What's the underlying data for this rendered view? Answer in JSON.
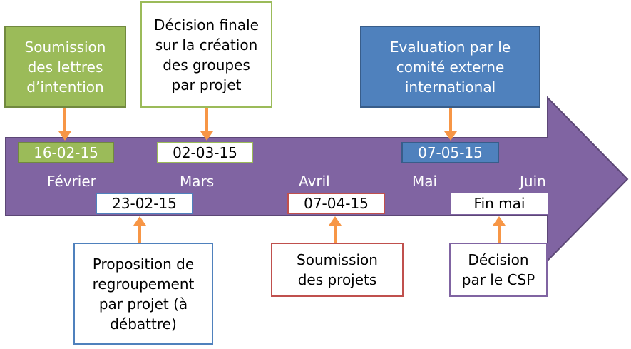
{
  "months": [
    {
      "id": "fevrier",
      "label": "Février"
    },
    {
      "id": "mars",
      "label": "Mars"
    },
    {
      "id": "avril",
      "label": "Avril"
    },
    {
      "id": "mai",
      "label": "Mai"
    },
    {
      "id": "juin",
      "label": "Juin"
    }
  ],
  "events": [
    {
      "id": "soumission-lettres",
      "date": "16-02-15",
      "text": "Soumission des lettres d’intention",
      "color": "#8DB33F"
    },
    {
      "id": "proposition-regroupement",
      "date": "23-02-15",
      "text": "Proposition de regroupement par projet (à débattre)",
      "color": "#4F81BD"
    },
    {
      "id": "decision-finale",
      "date": "02-03-15",
      "text": "Décision finale sur la création des groupes par projet",
      "color": "#9BBB59"
    },
    {
      "id": "soumission-projets",
      "date": "07-04-15",
      "text": "Soumission des projets",
      "color": "#C0504D"
    },
    {
      "id": "evaluation-comite",
      "date": "07-05-15",
      "text": "Evaluation par le comité externe international",
      "color": "#4F81BD"
    },
    {
      "id": "decision-csp",
      "date": "Fin mai",
      "text": "Décision par le CSP",
      "color": "#8064A2"
    }
  ],
  "colors": {
    "timeline": "#8064A2",
    "connector": "#F79646"
  }
}
